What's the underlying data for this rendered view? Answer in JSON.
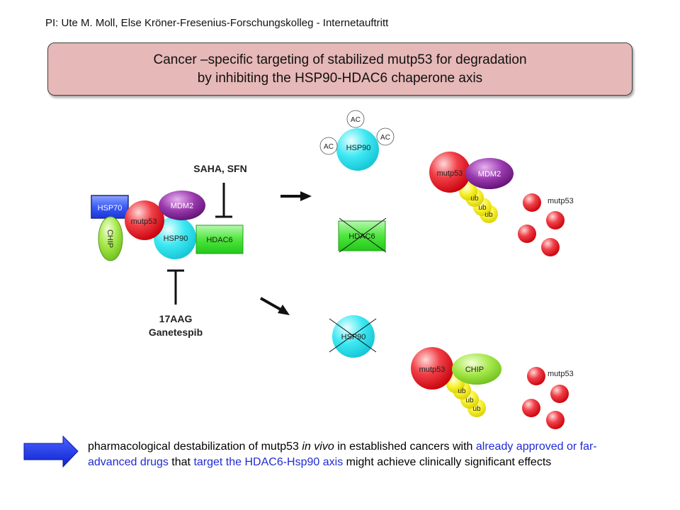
{
  "header": {
    "text": "PI: Ute M. Moll, Else Kröner-Fresenius-Forschungskolleg - Internetauftritt"
  },
  "title": {
    "line1": "Cancer –specific targeting of stabilized mutp53 for degradation",
    "line2": "by inhibiting the HSP90-HDAC6 chaperone axis"
  },
  "complex": {
    "hsp70": "HSP70",
    "mdm2": "MDM2",
    "mutp53": "mutp53",
    "chip": "CHIP",
    "hsp90": "HSP90",
    "hdac6": "HDAC6"
  },
  "inhibitors": {
    "top": "SAHA, SFN",
    "bottom_line1": "17AAG",
    "bottom_line2": "Ganetespib"
  },
  "upper_path": {
    "ac": "AC",
    "hsp90": "HSP90",
    "hdac6_crossed": "HDAC6",
    "mutp53": "mutp53",
    "mdm2": "MDM2",
    "ub": "ub",
    "free_label": "mutp53"
  },
  "lower_path": {
    "hsp90_crossed": "HSP90",
    "mutp53": "mutp53",
    "chip": "CHIP",
    "ub": "ub",
    "free_label": "mutp53"
  },
  "conclusion": {
    "part1": "pharmacological destabilization of mutp53 ",
    "italic": "in vivo",
    "part2": " in established cancers with ",
    "blue1": "already approved or far-advanced drugs",
    "part3": " that ",
    "blue2": "target the HDAC6-Hsp90 axis",
    "part4": " might achieve clinically significant effects"
  },
  "colors": {
    "title_bg": "#e6b8b7",
    "mutp53": "#e8161f",
    "mdm2": "#7a1f8a",
    "hsp90": "#2fe3ef",
    "hdac6": "#38e03a",
    "chip": "#9be03a",
    "hsp70": "#2a4ff0",
    "ub": "#f5ef1a",
    "blue_text": "#1f2bd6",
    "arrow": "#1a2fe8"
  }
}
